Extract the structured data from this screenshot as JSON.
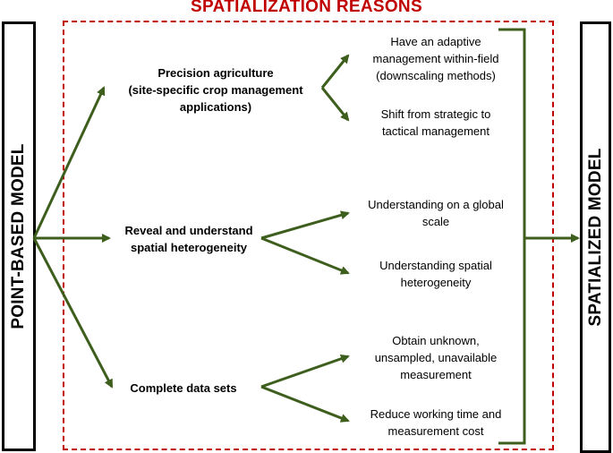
{
  "title": "SPATIALIZATION REASONS",
  "left_label": "POINT-BASED MODEL",
  "right_label": "SPATIALIZED MODEL",
  "reasons": [
    {
      "label": "Precision agriculture\n(site-specific crop management\napplications)",
      "outcomes": [
        "Have an adaptive\nmanagement within-field\n(downscaling methods)",
        "Shift from strategic to\ntactical management"
      ]
    },
    {
      "label": "Reveal and understand\nspatial heterogeneity",
      "outcomes": [
        "Understanding on a global\nscale",
        "Understanding spatial\nheterogeneity"
      ]
    },
    {
      "label": "Complete data sets",
      "outcomes": [
        "Obtain unknown,\nunsampled, unavailable\nmeasurement",
        "Reduce working time and\nmeasurement cost"
      ]
    }
  ],
  "colors": {
    "arrow": "#3d5e1d",
    "frame": "#c00000",
    "title": "#c00000",
    "box_border": "#000000"
  }
}
